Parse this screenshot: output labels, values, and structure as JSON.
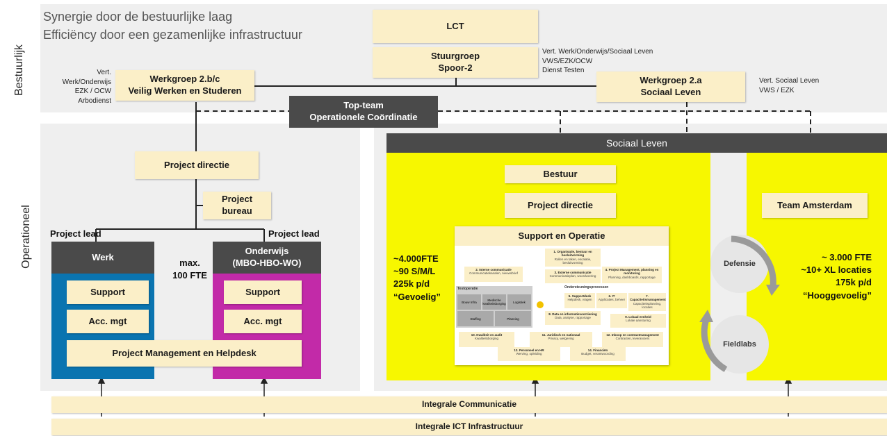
{
  "header": {
    "line1": "Synergie door de bestuurlijke laag",
    "line2": "Efficiëncy door een gezamenlijke infrastructuur"
  },
  "side_labels": {
    "top": "Bestuurlijk",
    "bottom": "Operationeel"
  },
  "top": {
    "lct": "LCT",
    "stuurgroep": "Stuurgroep\nSpoor-2",
    "stuurgroep_note": "Vert. Werk/Onderwijs/Sociaal Leven\nVWS/EZK/OCW\nDienst Testen",
    "wg_bc": "Werkgroep 2.b/c\nVeilig Werken en Studeren",
    "wg_bc_note": "Vert.\nWerk/Onderwijs\nEZK / OCW\nArbodienst",
    "wg_a": "Werkgroep 2.a\nSociaal Leven",
    "wg_a_note": "Vert. Sociaal Leven\nVWS / EZK",
    "topteam": "Top-team\nOperationele Coördinatie"
  },
  "left": {
    "project_directie": "Project directie",
    "project_bureau": "Project\nbureau",
    "lead_left": "Project lead",
    "lead_right": "Project lead",
    "max_fte": "max.\n100 FTE",
    "werk": "Werk",
    "onderwijs": "Onderwijs\n(MBO-HBO-WO)",
    "support": "Support",
    "acc_mgt": "Acc. mgt",
    "pm_helpdesk": "Project Management en Helpdesk"
  },
  "right": {
    "title": "Sociaal Leven",
    "bestuur": "Bestuur",
    "project_directie": "Project directie",
    "support_operatie": "Support en Operatie",
    "team_amsterdam": "Team Amsterdam",
    "stats_left": "~4.000FTE\n~90 S/M/L\n225k p/d\n“Gevoelig”",
    "stats_right": "~ 3.000 FTE\n~10+ XL locaties\n175k p/d\n“Hooggevoelig”",
    "defensie": "Defensie",
    "fieldlabs": "Fieldlabs",
    "mini_items": [
      {
        "t": "1. Organisatie, bestuur en besluitvorming",
        "d": "Rollen en taken, escalatie, besluitvorming"
      },
      {
        "t": "2. Interne communicatie",
        "d": "Communicatiekanalen, nieuwsbrief"
      },
      {
        "t": "3. Externe communicatie",
        "d": "Communicatieplan, woordvoering"
      },
      {
        "t": "4. Project Management, planning en monitoring",
        "d": "Planning, dashboards, rapportage"
      },
      {
        "t": "5. Supportdesk",
        "d": "Helpdesk, vragen"
      },
      {
        "t": "6. IT",
        "d": "Applicaties, beheer"
      },
      {
        "t": "7. Capaciteitsmanagement",
        "d": "Capaciteitsplanning, locaties"
      },
      {
        "t": "8. Data en informatievoorziening",
        "d": "Data, analyse, rapportage"
      },
      {
        "t": "9. Lokaal eenheid",
        "d": "Lokale aansturing"
      },
      {
        "t": "10. Kwaliteit en audit",
        "d": "Kwaliteitsborging"
      },
      {
        "t": "11. Juridisch en nationaal",
        "d": "Privacy, wetgeving"
      },
      {
        "t": "12. Inkoop en contractmanagement",
        "d": "Contracten, leveranciers"
      },
      {
        "t": "13. Personeel en HR",
        "d": "Werving, opleiding"
      },
      {
        "t": "14. Financiën",
        "d": "Budget, verantwoording"
      }
    ],
    "testoperatie": "Testoperatie",
    "ondersteuning": "Ondersteuningsprocessen",
    "grid_cells": [
      "Bouw Infra",
      "Medische kwaliteitsborging",
      "Logistiek",
      "Staffing",
      "Planning"
    ]
  },
  "bottom": {
    "communicatie": "Integrale Communicatie",
    "ict": "Integrale ICT Infrastructuur"
  },
  "colors": {
    "cream": "#fbefc8",
    "dark": "#4a4a4a",
    "yellow": "#f7f700",
    "blue": "#0a74b0",
    "magenta": "#c22aa8",
    "panel": "#efefef"
  }
}
